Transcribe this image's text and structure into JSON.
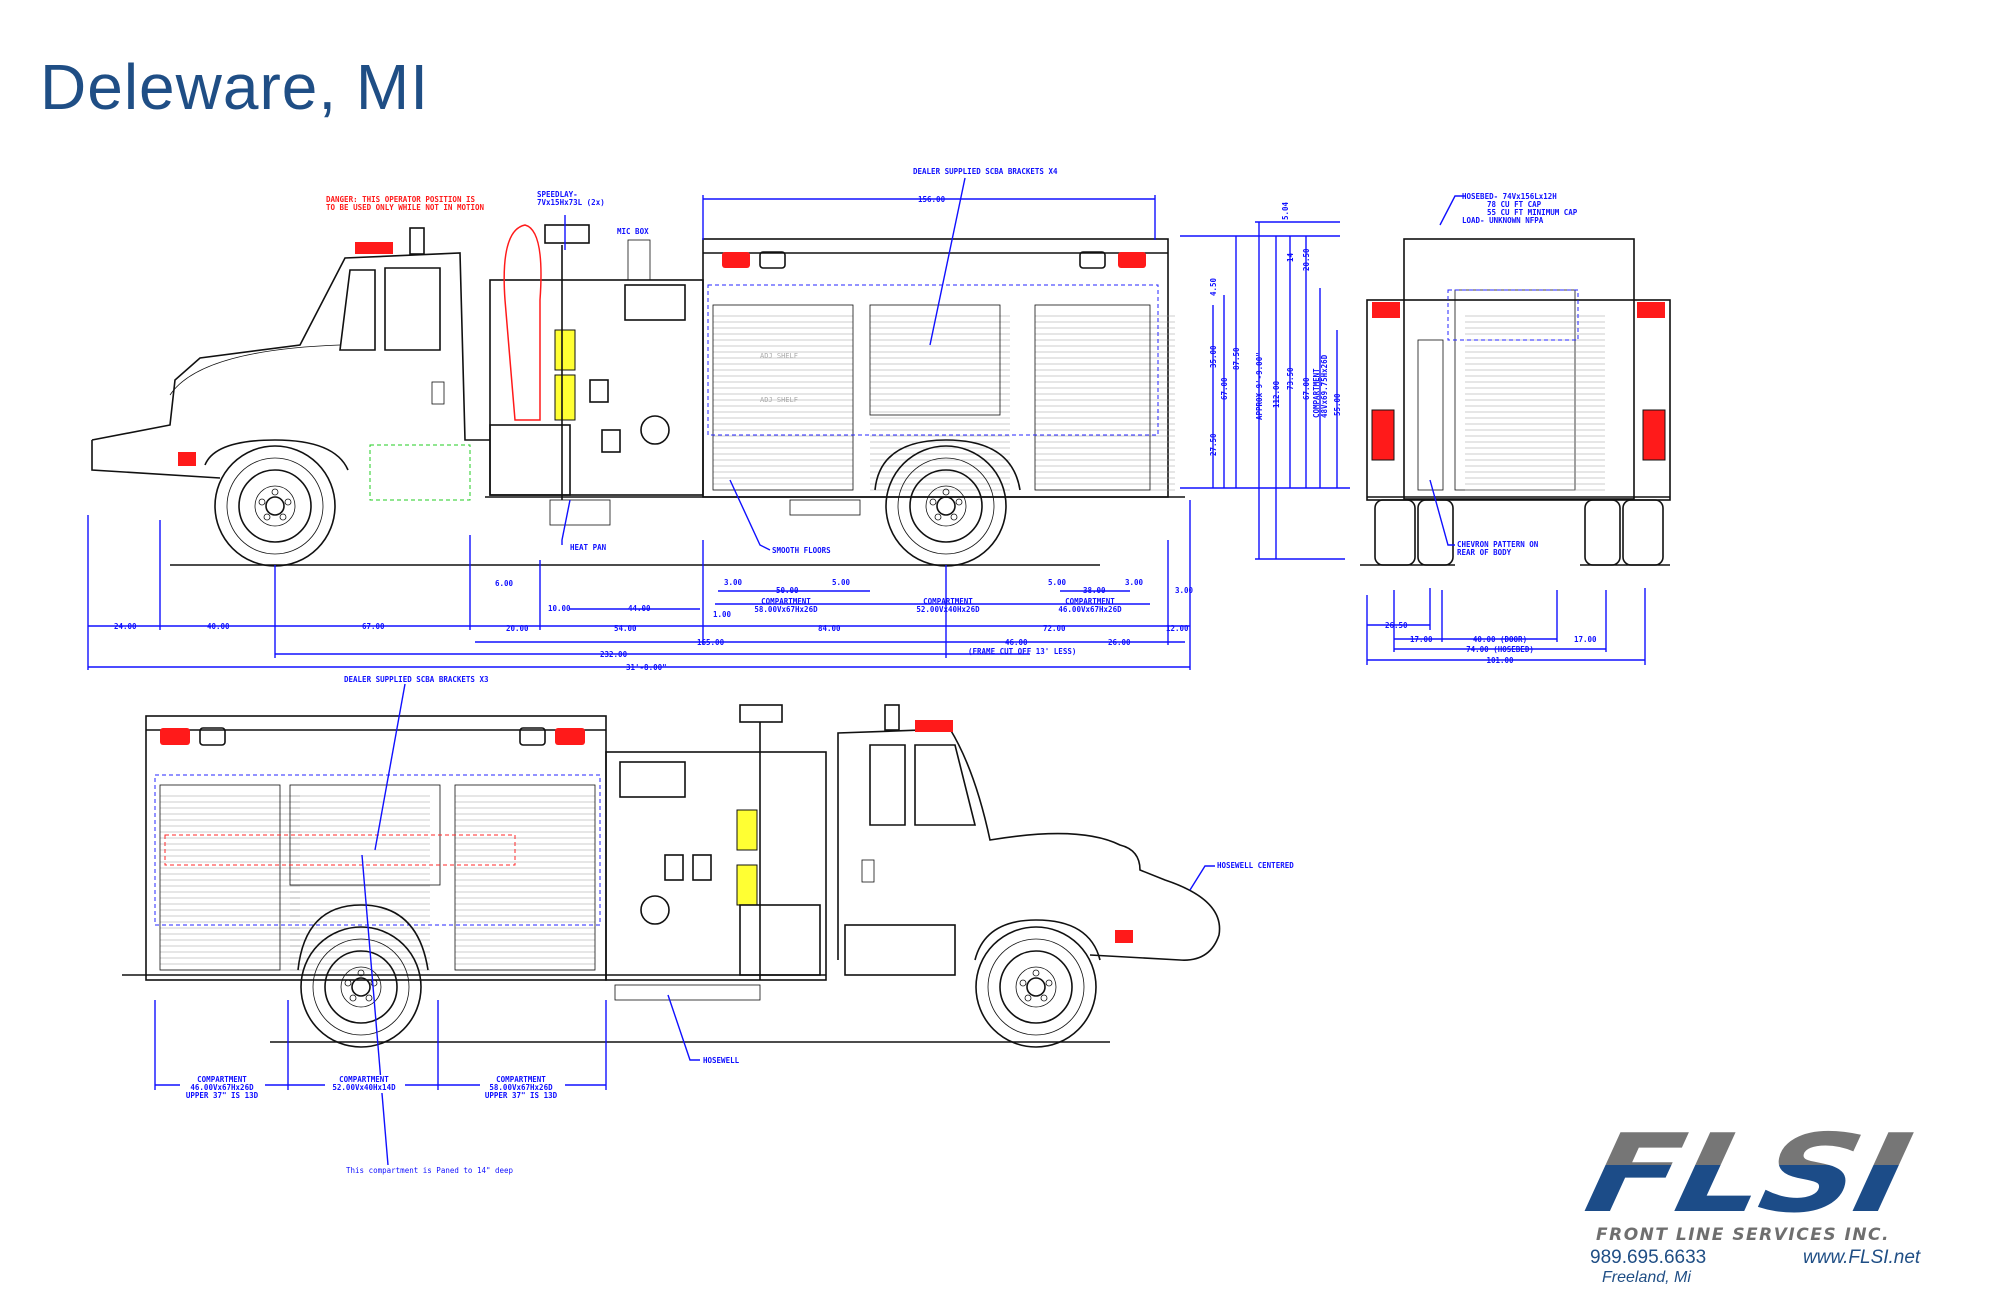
{
  "title": "Deleware, MI",
  "top_view": {
    "danger_line1": "DANGER: THIS OPERATOR POSITION IS",
    "danger_line2": "TO BE USED ONLY WHILE NOT IN MOTION",
    "speedlay_line1": "SPEEDLAY-",
    "speedlay_line2": "7Vx15Hx73L (2x)",
    "mic_box": "MIC BOX",
    "scba": "DEALER SUPPLIED SCBA BRACKETS X4",
    "body_length": "156.00",
    "heat_pan": "HEAT PAN",
    "smooth_floors": "SMOOTH FLOORS",
    "shelf": "ADJ SHELF",
    "upper_dims": [
      "6.00",
      "3.00",
      "50.00",
      "5.00",
      "5.00",
      "38.00",
      "3.00",
      "3.00",
      "10.00",
      "44.00",
      "1.00"
    ],
    "compartments": [
      {
        "title": "COMPARTMENT",
        "size": "58.00Vx67Hx26D"
      },
      {
        "title": "COMPARTMENT",
        "size": "52.00Vx40Hx26D"
      },
      {
        "title": "COMPARTMENT",
        "size": "46.00Vx67Hx26D"
      }
    ],
    "lower_dims": [
      "24.00",
      "40.00",
      "67.00",
      "20.00",
      "54.00",
      "84.00",
      "72.00",
      "12.00",
      "165.00",
      "46.00",
      "26.00",
      "232.00"
    ],
    "frame_note": "(FRAME CUT OFF 13' LESS)",
    "overall_length": "31'-8.00\"",
    "height_dims": [
      "4.50",
      "35.00",
      "67.00",
      "87.50",
      "27.50",
      "5.04",
      "APPROX 9'-9.00\"",
      "112.00",
      "14",
      "20.50",
      "73.50",
      "67.00",
      "55.00"
    ],
    "side_compartment_title": "COMPARTMENT",
    "side_compartment_size": "48Vx69.75Hx26D"
  },
  "rear_view": {
    "hosebed_line1": "HOSEBED- 74Vx156Lx12H",
    "hosebed_line2": "78 CU FT CAP",
    "hosebed_line3": "55 CU FT MINIMUM CAP",
    "hosebed_line4": "LOAD- UNKNOWN NFPA",
    "chevron_line1": "CHEVRON PATTERN ON",
    "chevron_line2": "REAR OF BODY",
    "dims": [
      "26.50",
      "17.00",
      "40.00 (DOOR)",
      "17.00",
      "74.00 (HOSEBED)",
      "101.00"
    ]
  },
  "bottom_view": {
    "scba": "DEALER SUPPLIED SCBA BRACKETS X3",
    "hosewell_centered": "HOSEWELL CENTERED",
    "hosewell": "HOSEWELL",
    "compartments": [
      {
        "title": "COMPARTMENT",
        "size": "46.00Vx67Hx26D",
        "note": "UPPER 37\" IS 13D"
      },
      {
        "title": "COMPARTMENT",
        "size": "52.00Vx40Hx14D"
      },
      {
        "title": "COMPARTMENT",
        "size": "58.00Vx67Hx26D",
        "note": "UPPER 37\" IS 13D"
      }
    ],
    "pan_note": "This compartment is Paned to 14\" deep"
  },
  "logo": {
    "mark": "FLSI",
    "company": "FRONT LINE SERVICES INC.",
    "phone": "989.695.6633",
    "website": "www.FLSI.net",
    "city": "Freeland, Mi"
  },
  "colors": {
    "title": "#1f4e85",
    "dimension": "#1010ff",
    "warning": "#ff1a1a",
    "logo_gray": "#767676",
    "logo_blue": "#1c4c88"
  }
}
